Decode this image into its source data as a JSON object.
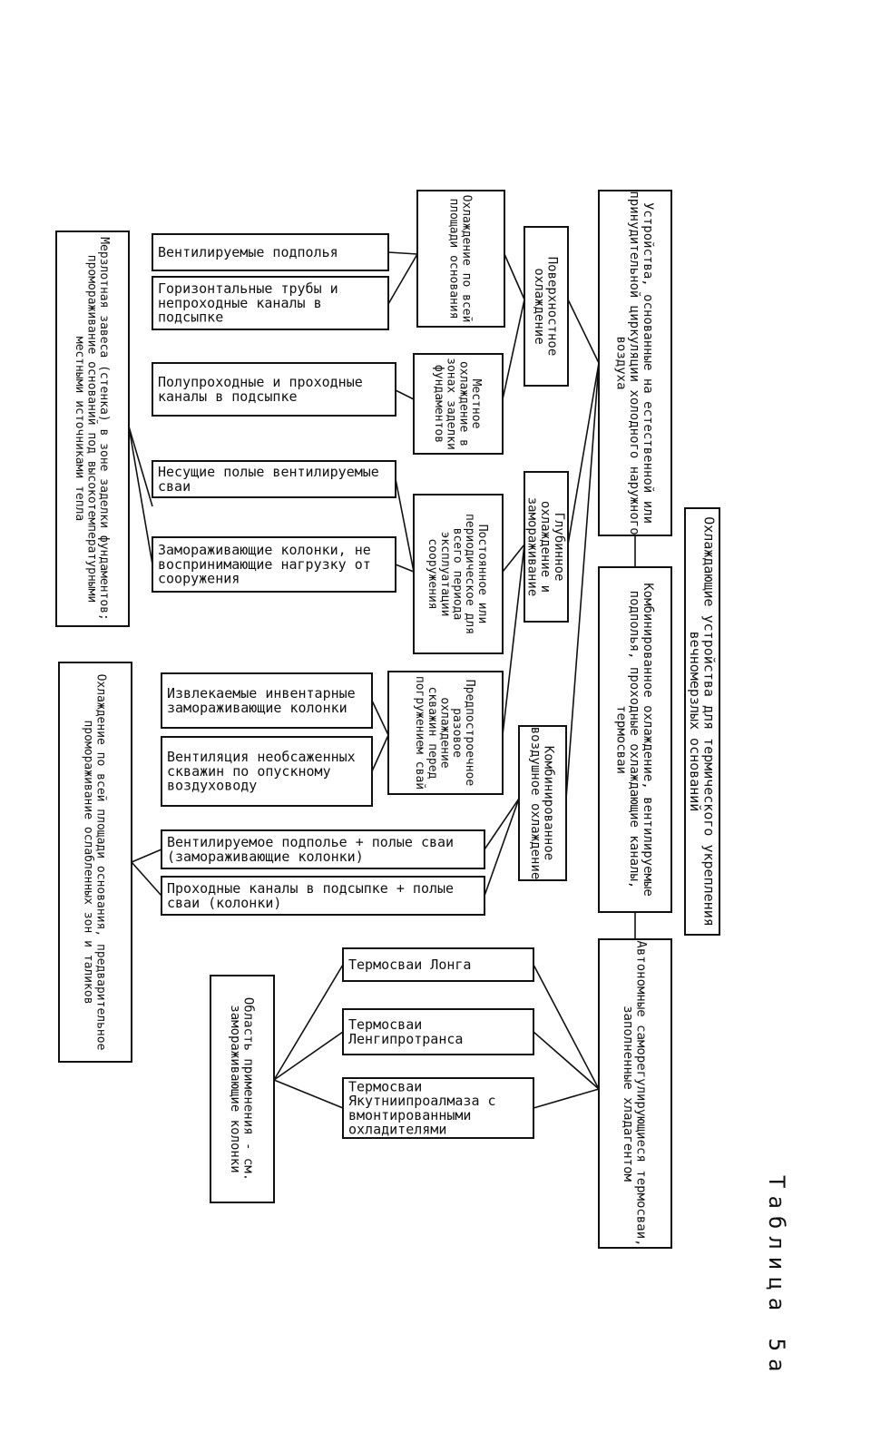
{
  "title": "Таблица 5а",
  "nodes": {
    "root": "Охлаждающие устройства для термического укрепления вечномерзлых оснований",
    "natural_air": "Устройства, основанные на естественной или принудительной циркуляции холодного наружного воздуха",
    "combined_main": "Комбинированное охлаждение, вентилируемые подполья, проходные охлаждающие каналы, термосваи",
    "autonomous": "Автономные саморегулирующиеся термосваи, заполненные хладагентом",
    "surface": "Поверхностное охлаждение",
    "deep": "Глубинное охлаждение и замораживание",
    "combined_air": "Комбинированное воздушное охлаждение",
    "whole_area": "Охлаждение по всей площади основания",
    "local": "Местное охлаждение в зонах заделки фундаментов",
    "permanent": "Постоянное или периодическое для всего периода эксплуатации сооружения",
    "pre_season": "Предпостроечное разовое охлаждение скважин перед погружением свай",
    "vent_underfloor": "Вентилируемые подполья",
    "horiz_pipes": "Горизонтальные трубы и непроходные каналы в подсыпке",
    "semi_channels": "Полупроходные и проходные каналы в подсыпке",
    "hollow_piles": "Несущие полые вентилируемые сваи",
    "freeze_columns": "Замораживающие колонки, не воспринимающие нагрузку от сооружения",
    "removable_columns": "Извлекаемые инвентарные замораживающие колонки",
    "vent_wells": "Вентиляция необсаженных скважин по опускному воздуховоду",
    "vent_plus_piles": "Вентилируемое подполье + полые сваи (замораживающие колонки)",
    "channels_plus_piles": "Проходные каналы в подсыпке + полые сваи (колонки)",
    "long_piles": "Термосваи Лонга",
    "lengi_piles": "Термосваи Ленгипротранса",
    "yakut_piles": "Термосваи Якутниипроалмаза с вмонтированными охладителями",
    "scope": "Область применения - см. замораживающие колонки",
    "curtain": "Мерзлотная завеса (стенка) в зоне заделки фундаментов; промораживание оснований под высокотемпературными местными источниками тепла",
    "whole_pre": "Охлаждение по всей площади основания, предварительное промораживание ослабленных зон и таликов"
  }
}
